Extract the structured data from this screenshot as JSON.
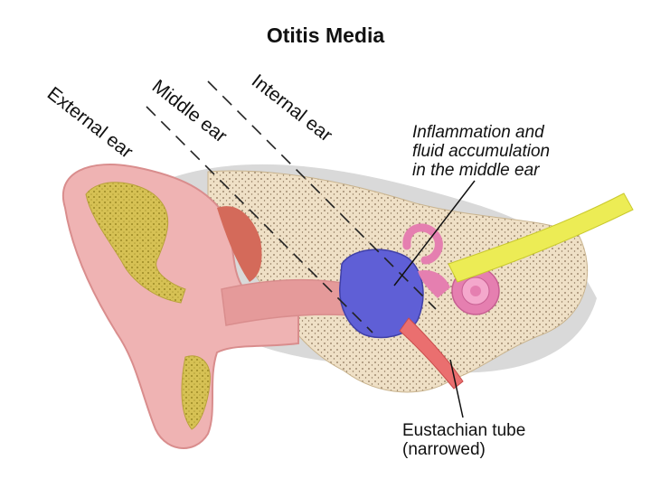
{
  "diagram": {
    "title": "Otitis Media",
    "labels": {
      "external_ear": "External ear",
      "middle_ear": "Middle ear",
      "internal_ear": "Internal ear",
      "inflammation": [
        "Inflammation and",
        "fluid accumulation",
        "in the middle ear"
      ],
      "eustachian": [
        "Eustachian tube",
        "(narrowed)"
      ]
    },
    "colors": {
      "skin": "#efb3b3",
      "skin_dark": "#d98d8d",
      "cartilage": "#d6c154",
      "bone": "#efe0c6",
      "bone_dots": "#8a7358",
      "fluid": "#5f5fd6",
      "cochlea": "#e57fb0",
      "nerve": "#ecec55",
      "muscle": "#d46a5a",
      "shadow": "#d9d9d9"
    }
  }
}
